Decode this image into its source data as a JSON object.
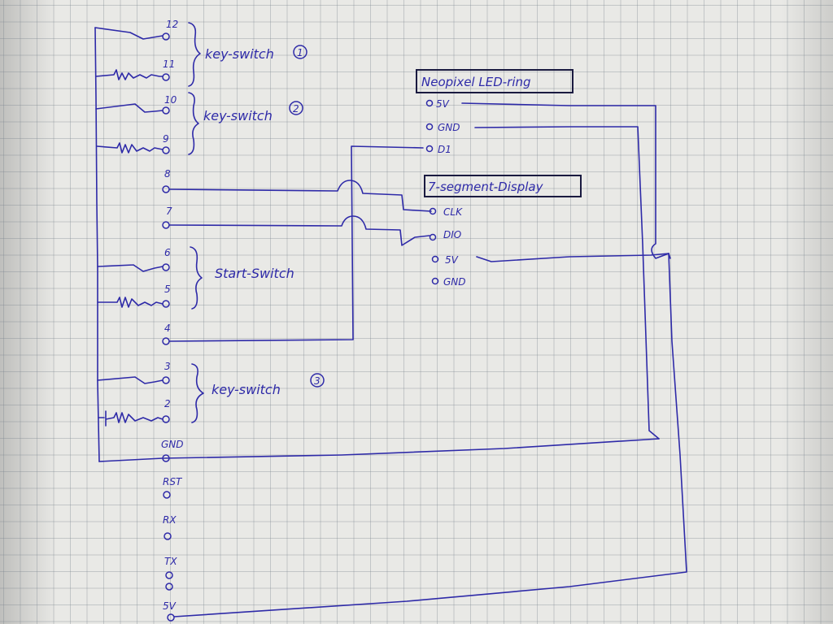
{
  "board": {
    "pins": [
      {
        "id": "p12",
        "label": "12"
      },
      {
        "id": "p11",
        "label": "11"
      },
      {
        "id": "p10",
        "label": "10"
      },
      {
        "id": "p9",
        "label": "9"
      },
      {
        "id": "p8",
        "label": "8"
      },
      {
        "id": "p7",
        "label": "7"
      },
      {
        "id": "p6",
        "label": "6"
      },
      {
        "id": "p5",
        "label": "5"
      },
      {
        "id": "p4",
        "label": "4"
      },
      {
        "id": "p3",
        "label": "3"
      },
      {
        "id": "p2",
        "label": "2"
      },
      {
        "id": "gnd",
        "label": "GND"
      },
      {
        "id": "rst",
        "label": "RST"
      },
      {
        "id": "rx",
        "label": "RX"
      },
      {
        "id": "tx",
        "label": "TX"
      },
      {
        "id": "v5",
        "label": "5V"
      }
    ]
  },
  "groups": {
    "key_switch_1": {
      "text": "key-switch",
      "num": "1"
    },
    "key_switch_2": {
      "text": "key-switch",
      "num": "2"
    },
    "start_switch": {
      "text": "Start-Switch"
    },
    "key_switch_3": {
      "text": "key-switch",
      "num": "3"
    }
  },
  "neopixel": {
    "title": "Neopixel LED-ring",
    "pins": [
      "5V",
      "GND",
      "D1"
    ]
  },
  "segment": {
    "title": "7-segment-Display",
    "pins": [
      "CLK",
      "DIO",
      "5V",
      "GND"
    ]
  },
  "colors": {
    "ink": "#2e2aa8",
    "paper": "#e9e9e6"
  }
}
